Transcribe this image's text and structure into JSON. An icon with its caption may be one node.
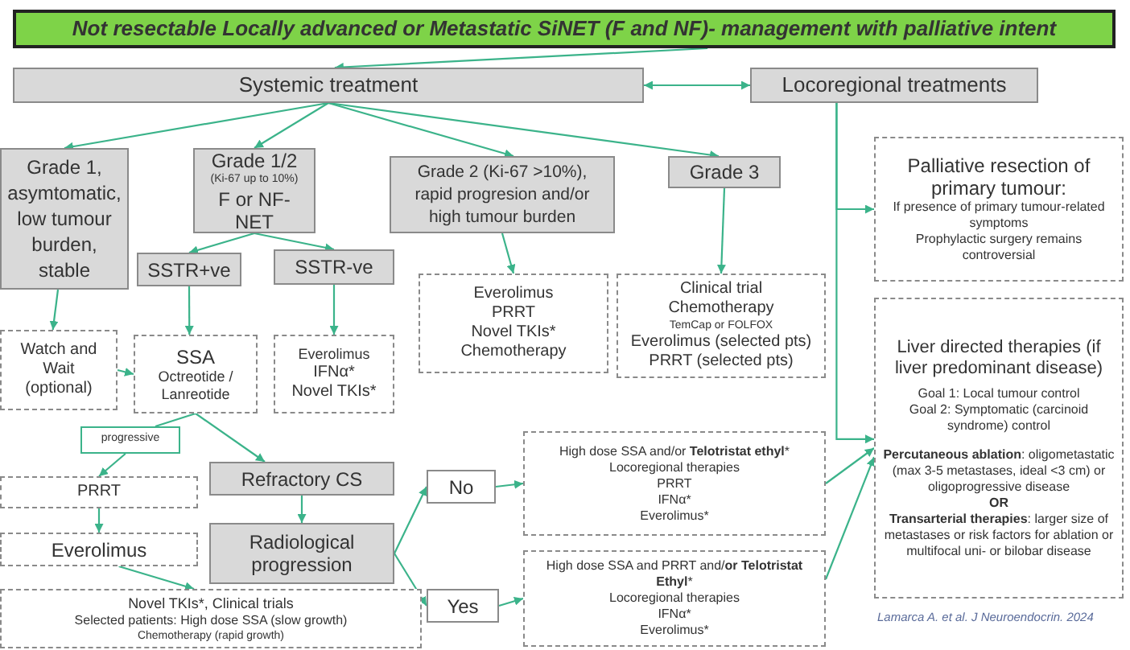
{
  "diagram": {
    "nodes": [
      {
        "text": [
          "Not resectable Locally advanced or Metastatic SiNET (F and NF)- management with palliative intent"
        ]
      },
      {
        "text": [
          "Systemic treatment"
        ]
      },
      {
        "text": [
          "Locoregional treatments"
        ]
      },
      {
        "text": [
          "Grade 1, asymtomatic, low tumour burden, stable"
        ]
      },
      {
        "text": [
          "Grade 1/2",
          "(Ki-67 up to 10%)",
          "F or NF-NET"
        ]
      },
      {
        "text": [
          "Grade 2 (Ki-67 >10%), rapid progresion and/or high tumour burden"
        ]
      },
      {
        "text": [
          "Grade 3"
        ]
      },
      {
        "text": [
          "SSTR+ve"
        ]
      },
      {
        "text": [
          "SSTR-ve"
        ]
      },
      {
        "text": [
          "Everolimus",
          "PRRT",
          "Novel TKIs*",
          "Chemotherapy"
        ]
      },
      {
        "text": [
          "Clinical trial",
          "Chemotherapy",
          "TemCap or FOLFOX",
          "Everolimus (selected pts)",
          "PRRT (selected pts)"
        ]
      },
      {
        "text": [
          "Palliative resection of primary tumour:",
          "If presence of primary tumour-related symptoms",
          "Prophylactic surgery remains controversial"
        ]
      },
      {
        "text": [
          "Liver directed therapies (if liver predominant disease)",
          "Goal 1: Local tumour control",
          "Goal 2: Symptomatic (carcinoid syndrome) control",
          "**Percutaneous ablation**: oligometastatic (max 3-5 metastases, ideal <3 cm) or oligoprogressive disease",
          "OR",
          "**Transarterial therapies**: larger size of metastases or risk factors for ablation or multifocal uni- or bilobar disease"
        ]
      },
      {
        "text": [
          "Watch and Wait (optional)"
        ]
      },
      {
        "text": [
          "SSA",
          "Octreotide / Lanreotide"
        ]
      },
      {
        "text": [
          "Everolimus",
          "IFNα*",
          "Novel TKIs*"
        ]
      },
      {
        "text": [
          "progressive"
        ]
      },
      {
        "text": [
          "Refractory CS"
        ]
      },
      {
        "text": [
          "PRRT"
        ]
      },
      {
        "text": [
          "Radiological progression"
        ]
      },
      {
        "text": [
          "Everolimus"
        ]
      },
      {
        "text": [
          "Novel TKIs*, Clinical trials",
          "Selected patients: High dose SSA (slow growth)",
          "Chemotherapy (rapid growth)"
        ]
      },
      {
        "text": [
          "No"
        ]
      },
      {
        "text": [
          "Yes"
        ]
      },
      {
        "text": [
          "High dose SSA and/or **Telotristat ethyl***",
          "Locoregional therapies",
          "PRRT",
          "IFNα*",
          "Everolimus*"
        ]
      },
      {
        "text": [
          "High dose SSA and PRRT and/**or Telotristat Ethyl***",
          "Locoregional therapies",
          "IFNα*",
          "Everolimus*"
        ]
      }
    ],
    "edges": [
      {
        "from": 0,
        "to": 1,
        "arrow": "to"
      },
      {
        "from": 1,
        "to": 2,
        "arrow": "both"
      },
      {
        "from": 1,
        "to": 3,
        "arrow": "to"
      },
      {
        "from": 1,
        "to": 4,
        "arrow": "to"
      },
      {
        "from": 1,
        "to": 5,
        "arrow": "to"
      },
      {
        "from": 1,
        "to": 6,
        "arrow": "to"
      },
      {
        "from": 4,
        "to": 7,
        "arrow": "to"
      },
      {
        "from": 4,
        "to": 8,
        "arrow": "to"
      },
      {
        "from": 5,
        "to": 9,
        "arrow": "to"
      },
      {
        "from": 6,
        "to": 10,
        "arrow": "to"
      },
      {
        "from": 2,
        "to": 11,
        "arrow": "to"
      },
      {
        "from": 2,
        "to": 12,
        "arrow": "to"
      },
      {
        "from": 3,
        "to": 13,
        "arrow": "to"
      },
      {
        "from": 7,
        "to": 14,
        "arrow": "to"
      },
      {
        "from": 8,
        "to": 15,
        "arrow": "to"
      },
      {
        "from": 13,
        "to": 14,
        "arrow": "to"
      },
      {
        "from": 14,
        "to": 16,
        "arrow": "none"
      },
      {
        "from": 16,
        "to": 18,
        "arrow": "to"
      },
      {
        "from": 14,
        "to": 17,
        "arrow": "to"
      },
      {
        "from": 18,
        "to": 20,
        "arrow": "to"
      },
      {
        "from": 20,
        "to": 21,
        "arrow": "to"
      },
      {
        "from": 17,
        "to": 19,
        "arrow": "to"
      },
      {
        "from": 19,
        "to": 22,
        "arrow": "to"
      },
      {
        "from": 19,
        "to": 23,
        "arrow": "to"
      },
      {
        "from": 22,
        "to": 24,
        "arrow": "to"
      },
      {
        "from": 23,
        "to": 25,
        "arrow": "to"
      },
      {
        "from": 24,
        "to": 12,
        "arrow": "to"
      },
      {
        "from": 25,
        "to": 12,
        "arrow": "to"
      }
    ],
    "labels": [
      "Lamarca A. et al. J Neuroendocrin. 2024"
    ]
  }
}
